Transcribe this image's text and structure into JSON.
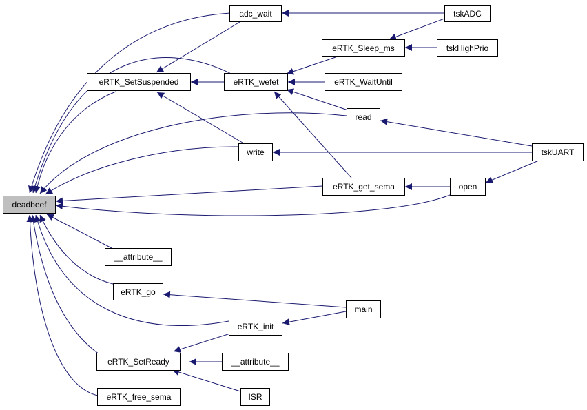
{
  "colors": {
    "edge": "#191970",
    "root_fill": "#bfbfbf",
    "node_fill": "#ffffff",
    "border": "#000000"
  },
  "nodes": {
    "deadbeef": "deadbeef",
    "adc_wait": "adc_wait",
    "tskADC": "tskADC",
    "eRTK_Sleep_ms": "eRTK_Sleep_ms",
    "tskHighPrio": "tskHighPrio",
    "eRTK_SetSuspended": "eRTK_SetSuspended",
    "eRTK_wefet": "eRTK_wefet",
    "eRTK_WaitUntil": "eRTK_WaitUntil",
    "read": "read",
    "write": "write",
    "tskUART": "tskUART",
    "eRTK_get_sema": "eRTK_get_sema",
    "open": "open",
    "attribute_1": "__attribute__",
    "eRTK_go": "eRTK_go",
    "main": "main",
    "eRTK_init": "eRTK_init",
    "eRTK_SetReady": "eRTK_SetReady",
    "attribute_2": "__attribute__",
    "ISR": "ISR",
    "eRTK_free_sema": "eRTK_free_sema"
  }
}
